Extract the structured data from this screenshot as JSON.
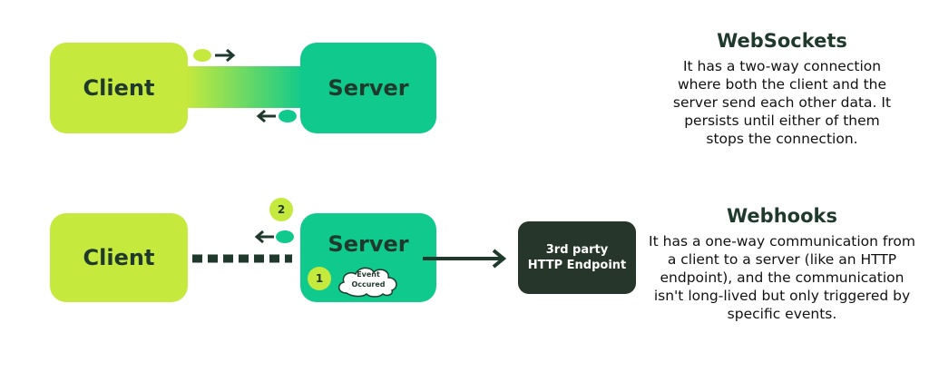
{
  "websockets": {
    "client_label": "Client",
    "server_label": "Server",
    "heading": "WebSockets",
    "description": "It has a two-way connection where both the client and the server send each other data. It persists until either of them stops the connection."
  },
  "webhooks": {
    "client_label": "Client",
    "server_label": "Server",
    "badge_1": "1",
    "badge_2": "2",
    "event_label": "Event Occured",
    "third_party_line1": "3rd party",
    "third_party_line2": "HTTP Endpoint",
    "heading": "Webhooks",
    "description": "It has a one-way communication from a client to a server (like an HTTP endpoint), and the communication isn't long-lived but only  triggered by specific events."
  },
  "colors": {
    "client": "#c6e93d",
    "server": "#10c98c",
    "dark": "#26362a",
    "text_dark": "#1f3a2c"
  }
}
